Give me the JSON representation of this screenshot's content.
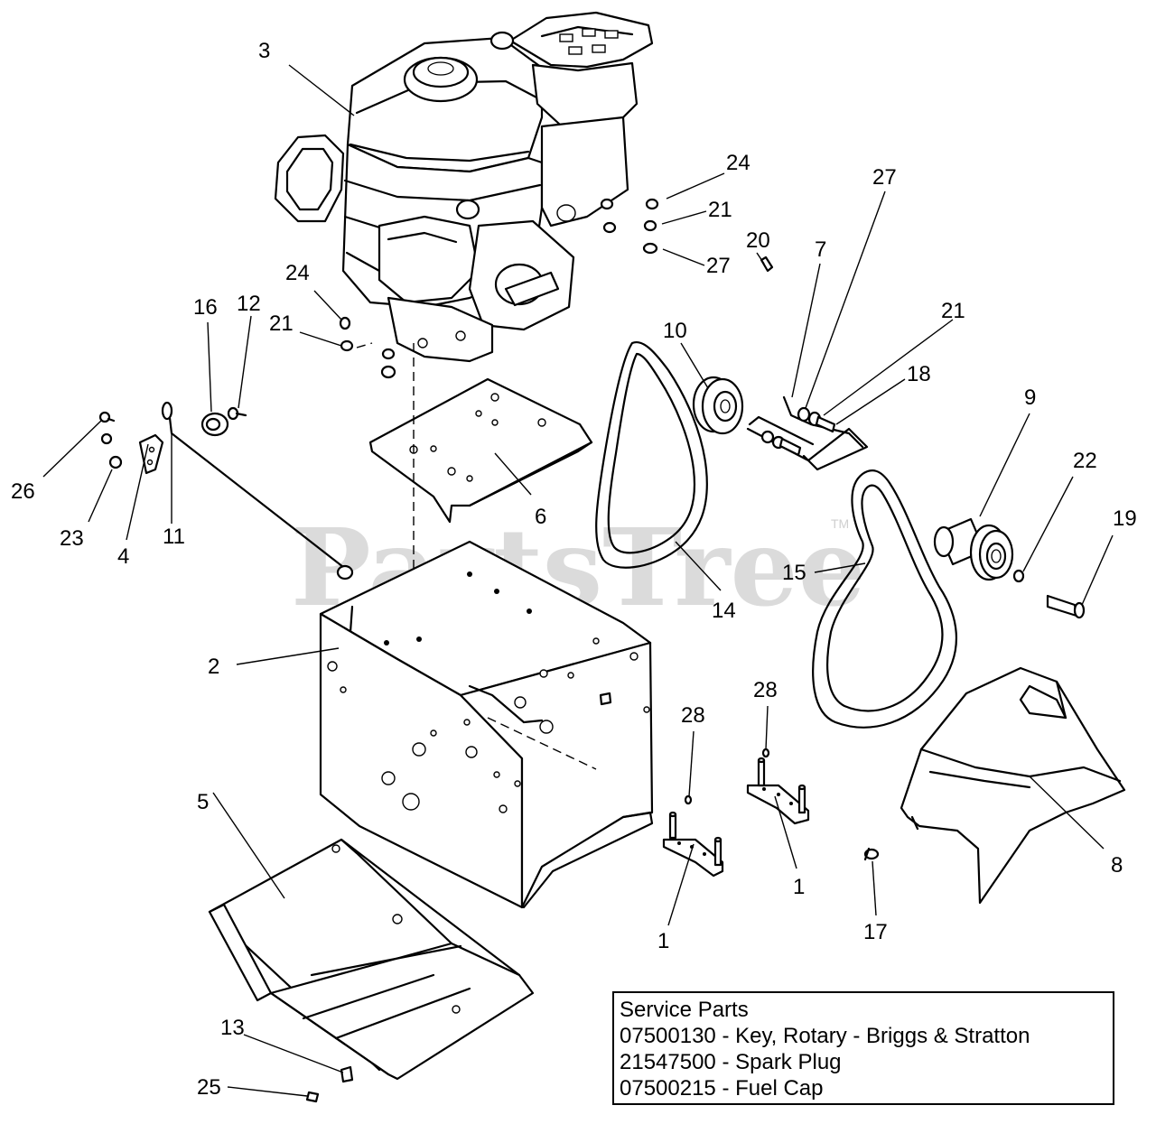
{
  "watermark": {
    "text": "PartsTree",
    "tm": "TM"
  },
  "service_parts": {
    "title": "Service Parts",
    "items": [
      "07500130 - Key,  Rotary - Briggs & Stratton",
      "21547500 - Spark Plug",
      "07500215 - Fuel Cap"
    ]
  },
  "callouts": [
    {
      "label": "3"
    },
    {
      "label": "24"
    },
    {
      "label": "21"
    },
    {
      "label": "27"
    },
    {
      "label": "27"
    },
    {
      "label": "20"
    },
    {
      "label": "7"
    },
    {
      "label": "21"
    },
    {
      "label": "18"
    },
    {
      "label": "10"
    },
    {
      "label": "9"
    },
    {
      "label": "22"
    },
    {
      "label": "19"
    },
    {
      "label": "24"
    },
    {
      "label": "21"
    },
    {
      "label": "16"
    },
    {
      "label": "12"
    },
    {
      "label": "26"
    },
    {
      "label": "23"
    },
    {
      "label": "4"
    },
    {
      "label": "11"
    },
    {
      "label": "6"
    },
    {
      "label": "14"
    },
    {
      "label": "15"
    },
    {
      "label": "2"
    },
    {
      "label": "28"
    },
    {
      "label": "28"
    },
    {
      "label": "5"
    },
    {
      "label": "1"
    },
    {
      "label": "1"
    },
    {
      "label": "17"
    },
    {
      "label": "8"
    },
    {
      "label": "13"
    },
    {
      "label": "25"
    }
  ]
}
